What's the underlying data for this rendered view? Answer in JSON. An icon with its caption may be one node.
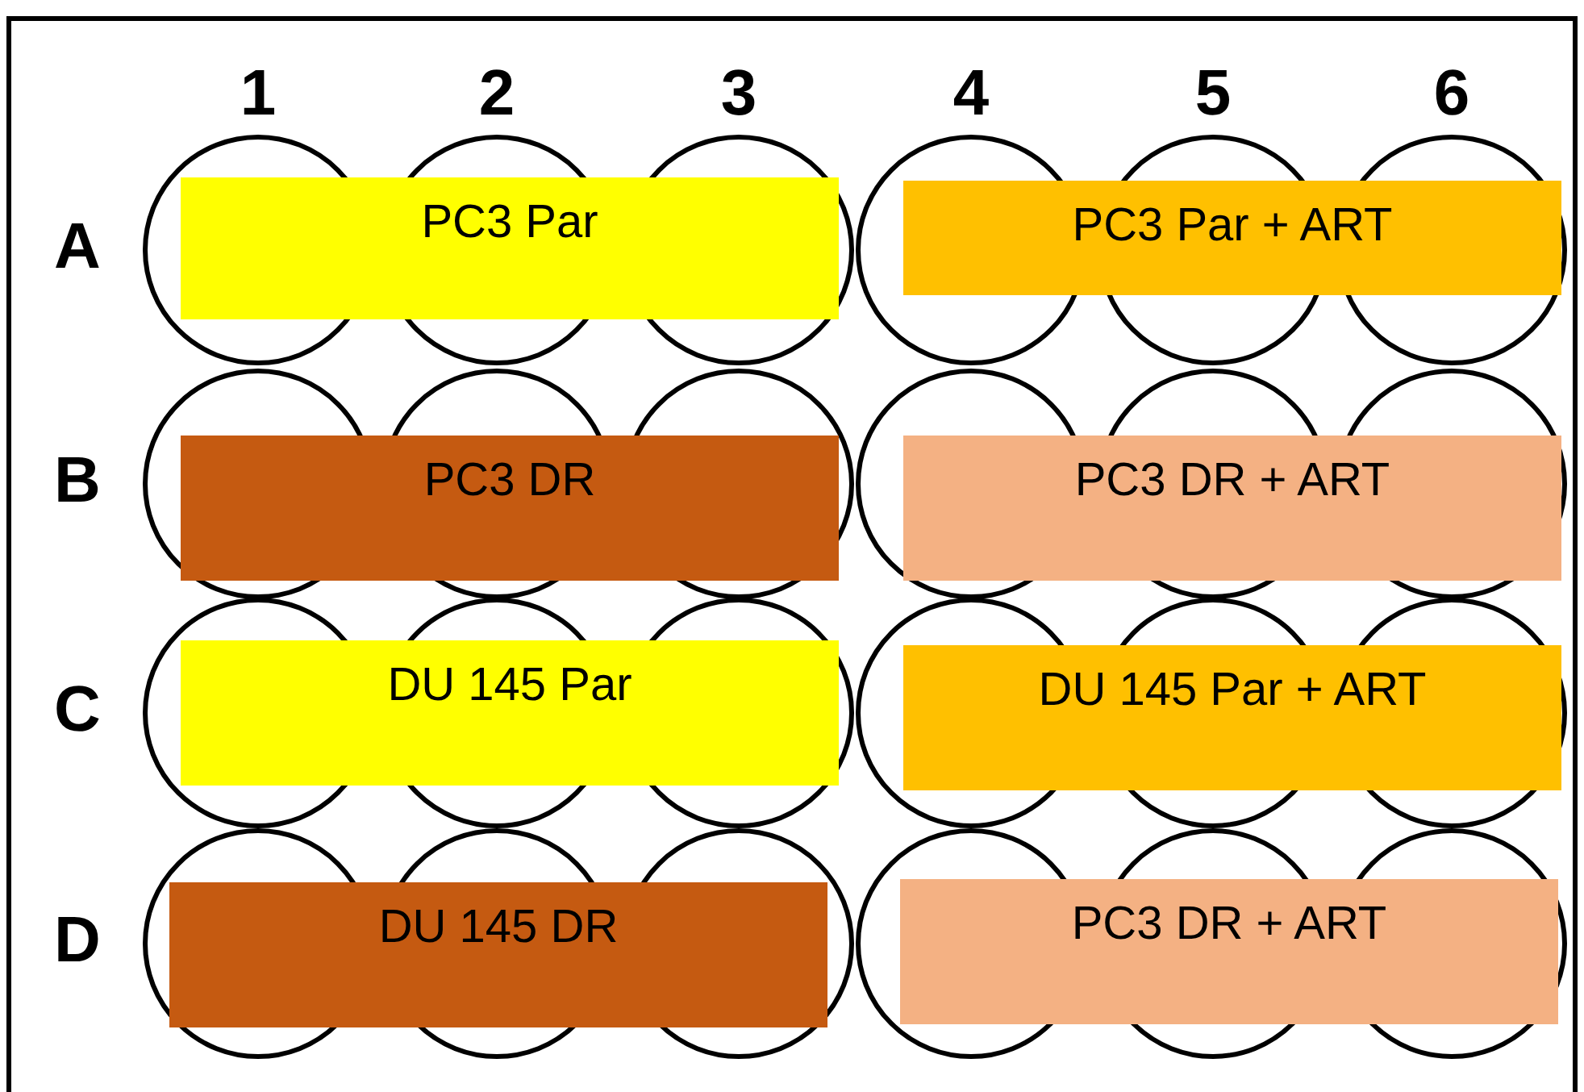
{
  "diagram": {
    "nodes": [
      {
        "text": [
          "PC3 Par"
        ]
      },
      {
        "text": [
          "PC3 Par + ART"
        ]
      },
      {
        "text": [
          "PC3 DR"
        ]
      },
      {
        "text": [
          "PC3 DR + ART"
        ]
      },
      {
        "text": [
          "DU 145 Par"
        ]
      },
      {
        "text": [
          "DU 145 Par + ART"
        ]
      },
      {
        "text": [
          "DU 145 DR"
        ]
      },
      {
        "text": [
          "PC3 DR + ART"
        ]
      }
    ],
    "labels": [
      "1",
      "2",
      "3",
      "4",
      "5",
      "6",
      "A",
      "B",
      "C",
      "D"
    ]
  }
}
